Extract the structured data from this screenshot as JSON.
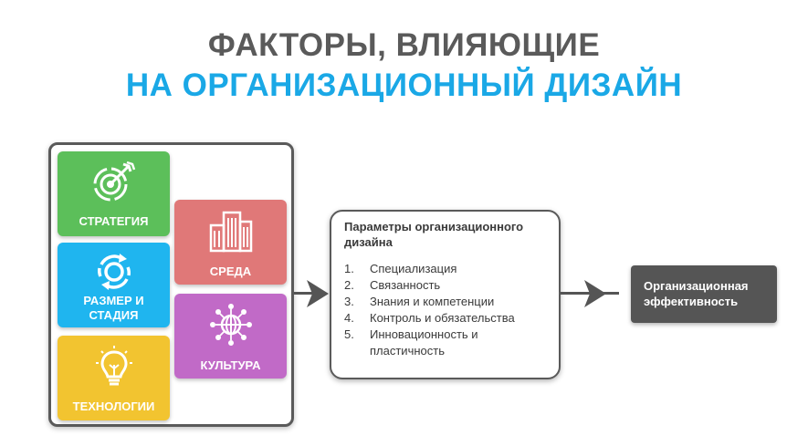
{
  "title": {
    "line1": "ФАКТОРЫ, ВЛИЯЮЩИЕ",
    "line2": "НА ОРГАНИЗАЦИОННЫЙ ДИЗАЙН"
  },
  "factors": {
    "strategy": {
      "label": "СТРАТЕГИЯ",
      "icon": "target-icon",
      "color": "#5cbf5a"
    },
    "size": {
      "label": "РАЗМЕР И СТАДИЯ",
      "icon": "cycle-icon",
      "color": "#1fb5ef"
    },
    "technology": {
      "label": "ТЕХНОЛОГИИ",
      "icon": "lightbulb-icon",
      "color": "#f2c430"
    },
    "environment": {
      "label": "СРЕДА",
      "icon": "building-icon",
      "color": "#e07878"
    },
    "culture": {
      "label": "КУЛЬТУРА",
      "icon": "network-icon",
      "color": "#c16ac7"
    }
  },
  "parameters": {
    "title": "Параметры организационного дизайна",
    "items": [
      {
        "num": "1.",
        "text": "Специализация"
      },
      {
        "num": "2.",
        "text": "Связанность"
      },
      {
        "num": "3.",
        "text": "Знания и компетенции"
      },
      {
        "num": "4.",
        "text": "Контроль и обязательства"
      },
      {
        "num": "5.",
        "text": "Инновационность и пластичность"
      }
    ]
  },
  "result": {
    "label": "Организационная эффективность"
  },
  "colors": {
    "title_dark": "#5a5a5a",
    "title_accent": "#1aa8e6",
    "frame": "#5a5a5a",
    "result_bg": "#555555"
  }
}
